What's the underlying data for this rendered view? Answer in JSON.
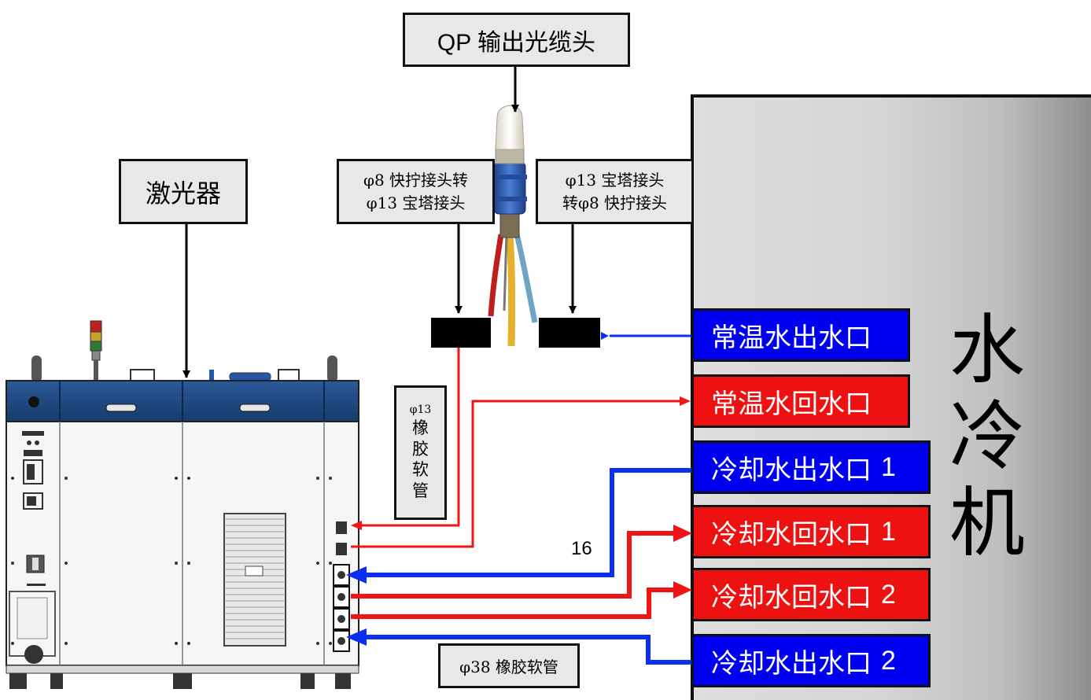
{
  "labels": {
    "qp": "QP 输出光缆头",
    "laser": "激光器",
    "left_adapter_line1": "φ8 快拧接头转",
    "left_adapter_line2": "φ13 宝塔接头",
    "right_adapter_line1": "φ13 宝塔接头",
    "right_adapter_line2": "转φ8 快拧接头",
    "hose13": [
      "φ13",
      "橡",
      "胶",
      "软",
      "管"
    ],
    "hose38": "φ38 橡胶软管",
    "number_16": "16"
  },
  "chiller": {
    "title": [
      "水",
      "冷",
      "机"
    ],
    "background": "#d6d6d6"
  },
  "ports": [
    {
      "text": "常温水出水口",
      "num": "",
      "color": "#0000f0"
    },
    {
      "text": "常温水回水口",
      "num": "",
      "color": "#ee1111"
    },
    {
      "text": "冷却水出水口",
      "num": "1",
      "color": "#0000f0"
    },
    {
      "text": "冷却水回水口",
      "num": "1",
      "color": "#ee1111"
    },
    {
      "text": "冷却水回水口",
      "num": "2",
      "color": "#ee1111"
    },
    {
      "text": "冷却水出水口",
      "num": "2",
      "color": "#0000f0"
    }
  ],
  "colors": {
    "supply": "#0a2ff0",
    "return": "#f01414",
    "laser_panel_blue": "#1f4f8f"
  }
}
